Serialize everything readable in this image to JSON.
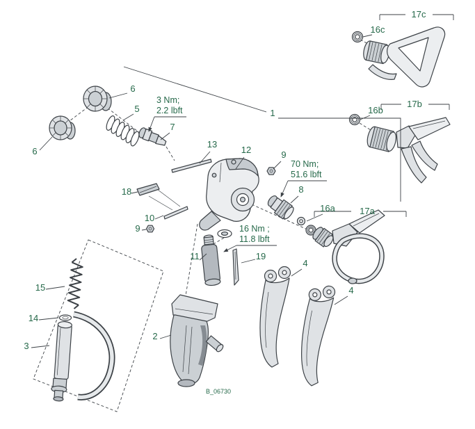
{
  "diagram": {
    "kind": "exploded-view-parts-diagram",
    "drawing_code": "B_06730",
    "callouts": {
      "n1": "1",
      "n2": "2",
      "n3": "3",
      "n4": "4",
      "n5": "5",
      "n6": "6",
      "n7": "7",
      "n8": "8",
      "n9": "9",
      "n10": "10",
      "n11": "11",
      "n12": "12",
      "n13": "13",
      "n14": "14",
      "n15": "15",
      "n16a": "16a",
      "n16b": "16b",
      "n16c": "16c",
      "n17a": "17a",
      "n17b": "17b",
      "n17c": "17c",
      "n18": "18",
      "n19": "19"
    },
    "torque_notes": {
      "t3nm": {
        "line1": "3 Nm;",
        "line2": "2.2 lbft"
      },
      "t70nm": {
        "line1": "70 Nm;",
        "line2": "51.6 lbft"
      },
      "t16nm": {
        "line1": "16 Nm ;",
        "line2": "11.8 lbft"
      }
    },
    "colors": {
      "line": "#3c4146",
      "label_text": "#26694a",
      "paper": "#ffffff"
    }
  }
}
